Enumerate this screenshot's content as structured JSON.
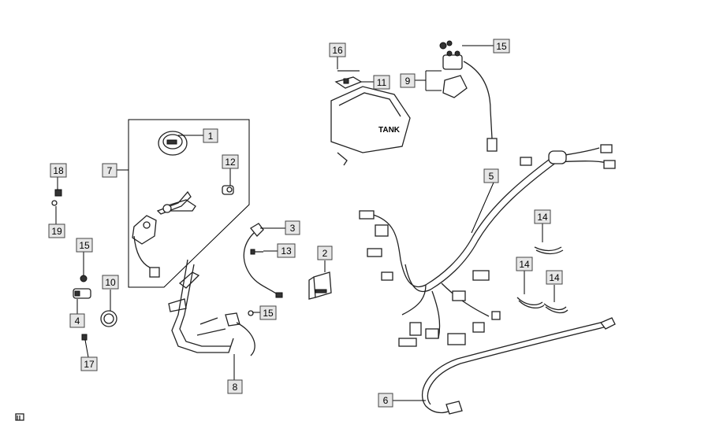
{
  "diagram": {
    "tank_label": "TANK",
    "callouts": {
      "c1": "1",
      "c2": "2",
      "c3": "3",
      "c4": "4",
      "c5": "5",
      "c6": "6",
      "c7": "7",
      "c8": "8",
      "c9": "9",
      "c10": "10",
      "c11": "11",
      "c12": "12",
      "c13": "13",
      "c14a": "14",
      "c14b": "14",
      "c14c": "14",
      "c15a": "15",
      "c15b": "15",
      "c15c": "15",
      "c16": "16",
      "c17": "17",
      "c18": "18",
      "c19": "19"
    }
  }
}
